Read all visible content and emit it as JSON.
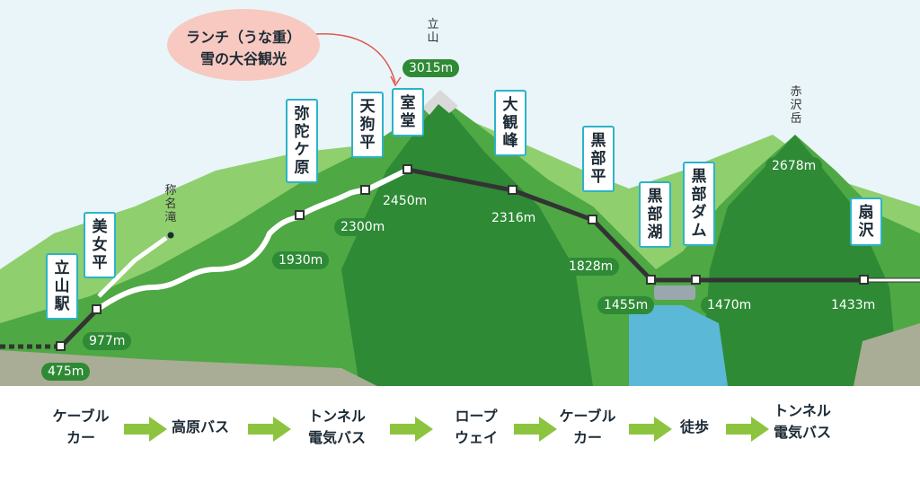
{
  "lunch": {
    "line1": "ランチ（うな重）",
    "line2": "雪の大谷観光"
  },
  "peaks": [
    {
      "id": "tateyama",
      "name": "立\n山",
      "alt": "3015m"
    },
    {
      "id": "akazawa",
      "name": "赤\n沢\n岳",
      "alt": "2678m"
    },
    {
      "id": "shomyo",
      "name": "称\n名\n滝"
    }
  ],
  "stations": [
    {
      "id": "tateyama-eki",
      "name": "立\n山\n駅",
      "alt": "475m"
    },
    {
      "id": "bijodaira",
      "name": "美\n女\n平",
      "alt": "977m"
    },
    {
      "id": "midagahara",
      "name": "弥\n陀\nケ\n原",
      "alt": "1930m"
    },
    {
      "id": "tengudaira",
      "name": "天\n狗\n平",
      "alt": "2300m"
    },
    {
      "id": "murodo",
      "name": "室\n堂",
      "alt": "2450m"
    },
    {
      "id": "daikanbo",
      "name": "大\n観\n峰",
      "alt": "2316m"
    },
    {
      "id": "kurobedaira",
      "name": "黒\n部\n平",
      "alt": "1828m"
    },
    {
      "id": "kurobeko",
      "name": "黒\n部\n湖",
      "alt": "1455m"
    },
    {
      "id": "kurobedam",
      "name": "黒\n部\nダ\nム",
      "alt": "1470m"
    },
    {
      "id": "ogisawa",
      "name": "扇\n沢",
      "alt": "1433m"
    }
  ],
  "transport": [
    {
      "label": "ケーブル\nカー"
    },
    {
      "label": "高原バス"
    },
    {
      "label": "トンネル\n電気バス"
    },
    {
      "label": "ロープ\nウェイ"
    },
    {
      "label": "ケーブル\nカー"
    },
    {
      "label": "徒歩"
    },
    {
      "label": "トンネル\n電気バス"
    }
  ],
  "colors": {
    "sky": "#e9f5f9",
    "mountain_dark": "#2e8a35",
    "mountain_mid": "#4ea844",
    "mountain_light": "#8fcf6e",
    "ground": "#a9ad95",
    "lake": "#5bb8d6",
    "accent_teal": "#2bb3c8",
    "arrow_green": "#8dc43f",
    "lunch_pink": "#f7c9c0",
    "route_line": "#333333"
  }
}
